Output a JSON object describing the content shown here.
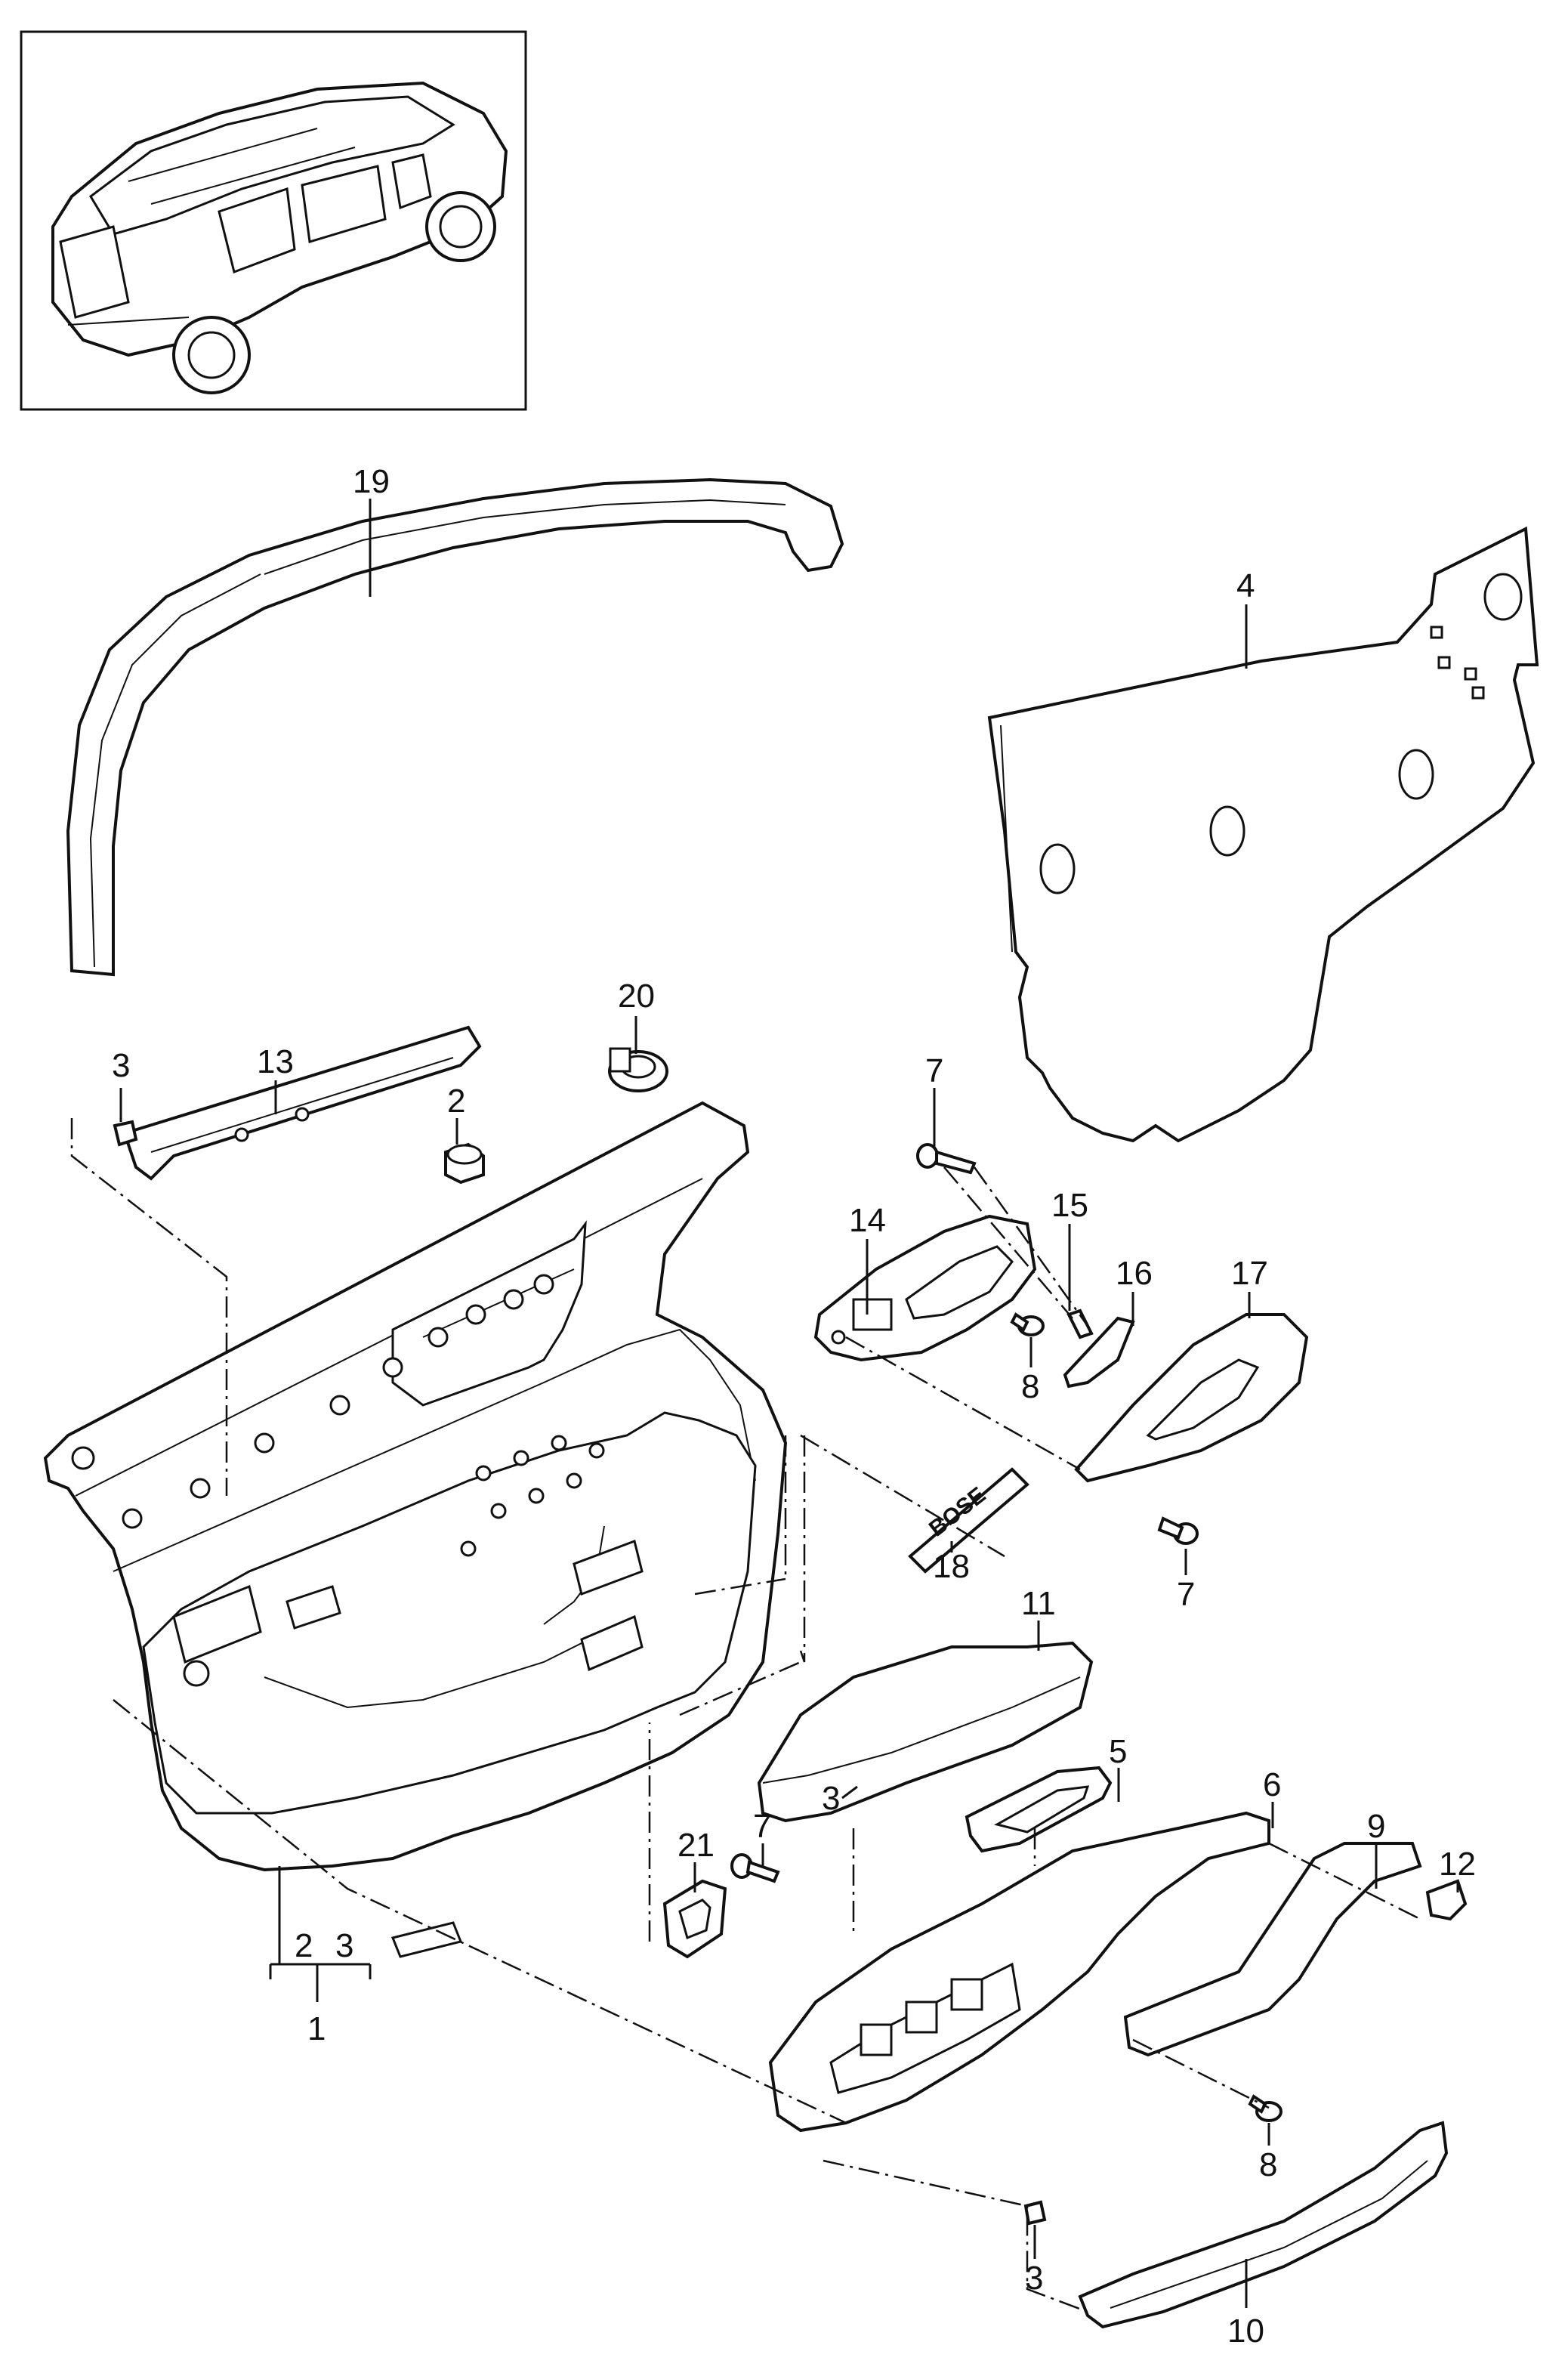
{
  "callouts": {
    "c1": "1",
    "c2a": "2",
    "c2b": "2",
    "c3a": "3",
    "c3b": "3",
    "c3c": "3",
    "c3d": "3",
    "c4": "4",
    "c5": "5",
    "c6": "6",
    "c7a": "7",
    "c7b": "7",
    "c7c": "7",
    "c8a": "8",
    "c8b": "8",
    "c9": "9",
    "c10": "10",
    "c11": "11",
    "c12": "12",
    "c13": "13",
    "c14": "14",
    "c15": "15",
    "c16": "16",
    "c17": "17",
    "c18": "18",
    "c19": "19",
    "c20": "20",
    "c21": "21"
  },
  "badge_text": "BOSE"
}
